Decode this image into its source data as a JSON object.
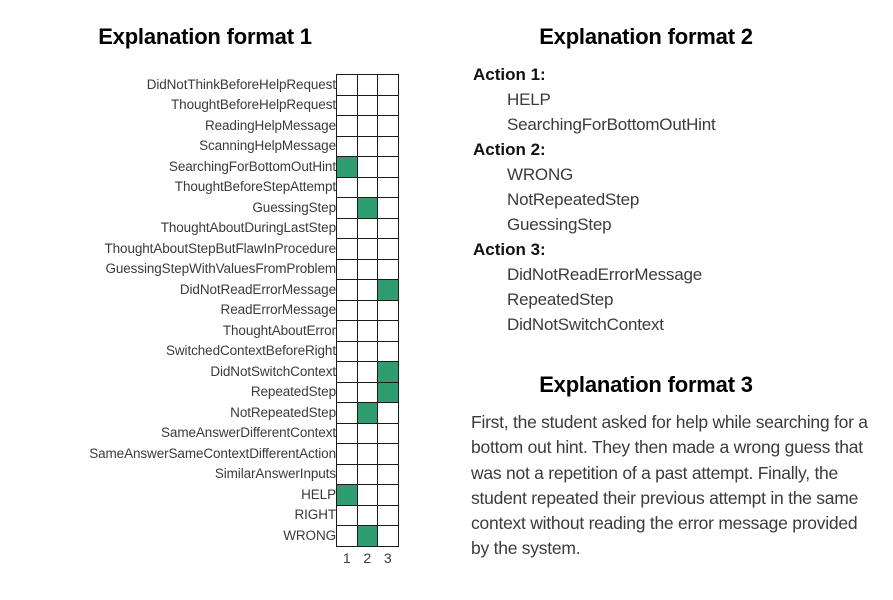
{
  "format1": {
    "title": "Explanation format 1",
    "column_headers": [
      "1",
      "2",
      "3"
    ],
    "rows": [
      {
        "label": "DidNotThinkBeforeHelpRequest",
        "cells": [
          0,
          0,
          0
        ]
      },
      {
        "label": "ThoughtBeforeHelpRequest",
        "cells": [
          0,
          0,
          0
        ]
      },
      {
        "label": "ReadingHelpMessage",
        "cells": [
          0,
          0,
          0
        ]
      },
      {
        "label": "ScanningHelpMessage",
        "cells": [
          0,
          0,
          0
        ]
      },
      {
        "label": "SearchingForBottomOutHint",
        "cells": [
          1,
          0,
          0
        ]
      },
      {
        "label": "ThoughtBeforeStepAttempt",
        "cells": [
          0,
          0,
          0
        ]
      },
      {
        "label": "GuessingStep",
        "cells": [
          0,
          1,
          0
        ]
      },
      {
        "label": "ThoughtAboutDuringLastStep",
        "cells": [
          0,
          0,
          0
        ]
      },
      {
        "label": "ThoughtAboutStepButFlawInProcedure",
        "cells": [
          0,
          0,
          0
        ]
      },
      {
        "label": "GuessingStepWithValuesFromProblem",
        "cells": [
          0,
          0,
          0
        ]
      },
      {
        "label": "DidNotReadErrorMessage",
        "cells": [
          0,
          0,
          1
        ]
      },
      {
        "label": "ReadErrorMessage",
        "cells": [
          0,
          0,
          0
        ]
      },
      {
        "label": "ThoughtAboutError",
        "cells": [
          0,
          0,
          0
        ]
      },
      {
        "label": "SwitchedContextBeforeRight",
        "cells": [
          0,
          0,
          0
        ]
      },
      {
        "label": "DidNotSwitchContext",
        "cells": [
          0,
          0,
          1
        ]
      },
      {
        "label": "RepeatedStep",
        "cells": [
          0,
          0,
          1
        ]
      },
      {
        "label": "NotRepeatedStep",
        "cells": [
          0,
          1,
          0
        ]
      },
      {
        "label": "SameAnswerDifferentContext",
        "cells": [
          0,
          0,
          0
        ]
      },
      {
        "label": "SameAnswerSameContextDifferentAction",
        "cells": [
          0,
          0,
          0
        ]
      },
      {
        "label": "SimilarAnswerInputs",
        "cells": [
          0,
          0,
          0
        ]
      },
      {
        "label": "HELP",
        "cells": [
          1,
          0,
          0
        ]
      },
      {
        "label": "RIGHT",
        "cells": [
          0,
          0,
          0
        ]
      },
      {
        "label": "WRONG",
        "cells": [
          0,
          1,
          0
        ]
      }
    ]
  },
  "format2": {
    "title": "Explanation format 2",
    "groups": [
      {
        "header": "Action 1:",
        "items": [
          "HELP",
          "SearchingForBottomOutHint"
        ]
      },
      {
        "header": "Action 2:",
        "items": [
          "WRONG",
          "NotRepeatedStep",
          "GuessingStep"
        ]
      },
      {
        "header": "Action 3:",
        "items": [
          "DidNotReadErrorMessage",
          "RepeatedStep",
          "DidNotSwitchContext"
        ]
      }
    ]
  },
  "format3": {
    "title": "Explanation format 3",
    "text": "First, the student asked for help while searching for a bottom out hint. They then made a wrong guess that was not a repetition of a past attempt. Finally, the student repeated their previous attempt in the same context without reading the error message provided by the system."
  },
  "colors": {
    "filled_cell": "#2e9e71",
    "empty_cell": "#ffffff",
    "cell_border": "#1a1a1a",
    "label_text": "#3b3b3b",
    "title_text": "#000000",
    "background": "#ffffff"
  }
}
